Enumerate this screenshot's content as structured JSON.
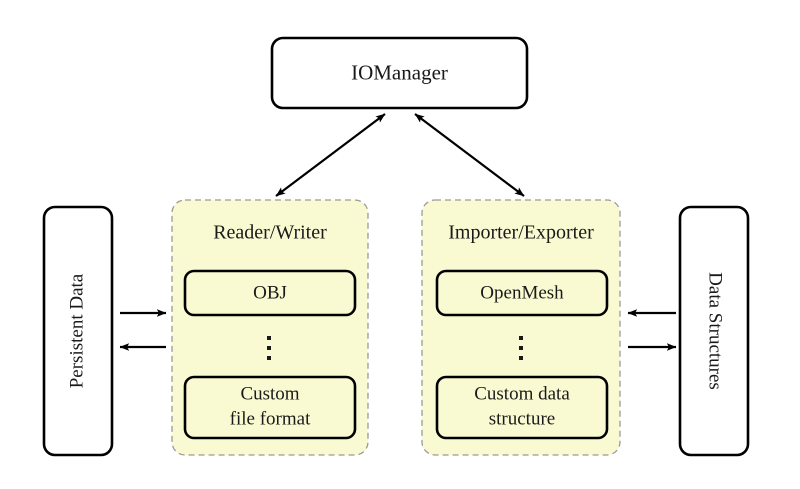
{
  "diagram": {
    "title": "IOManager",
    "manager": {
      "label": "IOManager"
    },
    "left_store": {
      "label": "Persistent Data",
      "orientation": "vertical-up"
    },
    "right_store": {
      "label": "Data Structures",
      "orientation": "vertical-down"
    },
    "panels": [
      {
        "id": "reader-writer",
        "label": "Reader/Writer",
        "items": [
          {
            "label": "OBJ",
            "lines": [
              "OBJ"
            ]
          },
          {
            "label": "Custom file format",
            "lines": [
              "Custom",
              "file format"
            ]
          }
        ],
        "ellipsis": "⋮"
      },
      {
        "id": "importer-exporter",
        "label": "Importer/Exporter",
        "items": [
          {
            "label": "OpenMesh",
            "lines": [
              "OpenMesh"
            ]
          },
          {
            "label": "Custom data structure",
            "lines": [
              "Custom data",
              "structure"
            ]
          }
        ],
        "ellipsis": "⋮"
      }
    ],
    "connectors": [
      {
        "id": "manager-to-reader-writer",
        "kind": "bidirectional-diagonal"
      },
      {
        "id": "manager-to-importer-exporter",
        "kind": "bidirectional-diagonal"
      },
      {
        "id": "persistent-data-to-reader-writer",
        "kind": "arrow-right"
      },
      {
        "id": "reader-writer-to-persistent-data",
        "kind": "arrow-left"
      },
      {
        "id": "data-structures-to-importer-exporter",
        "kind": "arrow-left"
      },
      {
        "id": "importer-exporter-to-data-structures",
        "kind": "arrow-right"
      }
    ],
    "colors": {
      "panel_fill": "#FAFAD2",
      "panel_border": "#9A9A9A",
      "box_border": "#000000",
      "box_fill": "#FFFFFF",
      "text": "#1A1A1A",
      "background": "#FFFFFF"
    }
  }
}
